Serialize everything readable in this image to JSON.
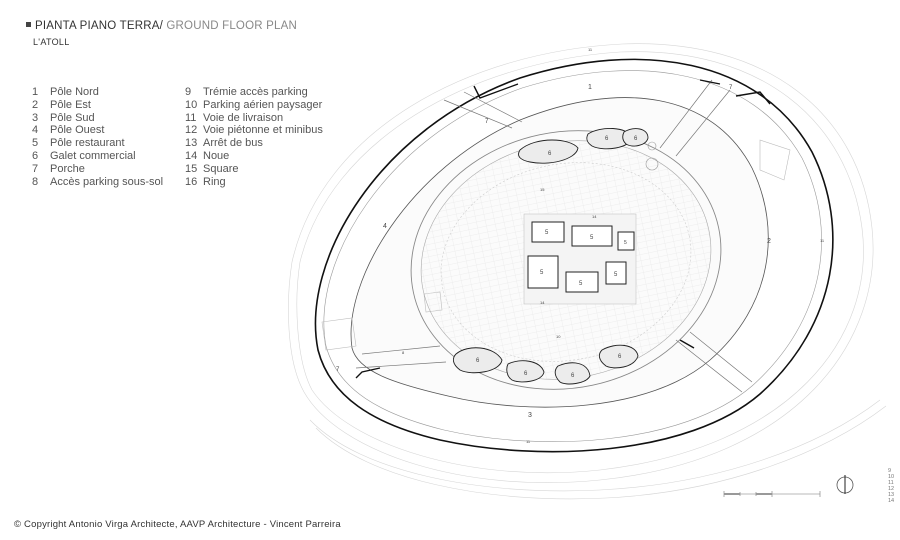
{
  "header": {
    "title_it": "PIANTA PIANO TERRA/",
    "title_en": " GROUND FLOOR PLAN",
    "subtitle": "L'ATOLL"
  },
  "legend": {
    "col1": [
      {
        "num": "1",
        "label": "Pôle Nord"
      },
      {
        "num": "2",
        "label": "Pôle Est"
      },
      {
        "num": "3",
        "label": "Pôle Sud"
      },
      {
        "num": "4",
        "label": "Pôle Ouest"
      },
      {
        "num": "5",
        "label": "Pôle restaurant"
      },
      {
        "num": "6",
        "label": "Galet commercial"
      },
      {
        "num": "7",
        "label": "Porche"
      },
      {
        "num": "8",
        "label": "Accès parking sous-sol"
      }
    ],
    "col2": [
      {
        "num": "9",
        "label": "Trémie accès parking"
      },
      {
        "num": "10",
        "label": "Parking aérien paysager"
      },
      {
        "num": "11",
        "label": "Voie de livraison"
      },
      {
        "num": "12",
        "label": "Voie piétonne et minibus"
      },
      {
        "num": "13",
        "label": "Arrêt de bus"
      },
      {
        "num": "14",
        "label": "Noue"
      },
      {
        "num": "15",
        "label": "Square"
      },
      {
        "num": "16",
        "label": "Ring"
      }
    ]
  },
  "plan_labels": {
    "pole_nord": "1",
    "pole_est": "2",
    "pole_sud": "3",
    "pole_ouest": "4",
    "porche_nw": "7",
    "porche_ne": "7",
    "porche_sw": "7",
    "acces_sw": "8",
    "galet_1": "6",
    "galet_2": "6",
    "galet_3": "6",
    "galet_4": "6",
    "galet_5": "6",
    "galet_6": "6",
    "galet_7": "6",
    "resto_1": "5",
    "resto_2": "5",
    "resto_3": "5",
    "resto_4": "5",
    "resto_5": "5",
    "resto_6": "5",
    "livraison_top": "11",
    "livraison_bottom": "11",
    "livraison_right": "11",
    "noue_top": "14",
    "noue_bottom": "14",
    "parking_center": "10",
    "square": "15"
  },
  "side_scale": [
    "9",
    "10",
    "11",
    "12",
    "13",
    "14"
  ],
  "footer": {
    "copyright": "© Copyright Antonio Virga Architecte, AAVP Architecture - Vincent Parreira"
  }
}
